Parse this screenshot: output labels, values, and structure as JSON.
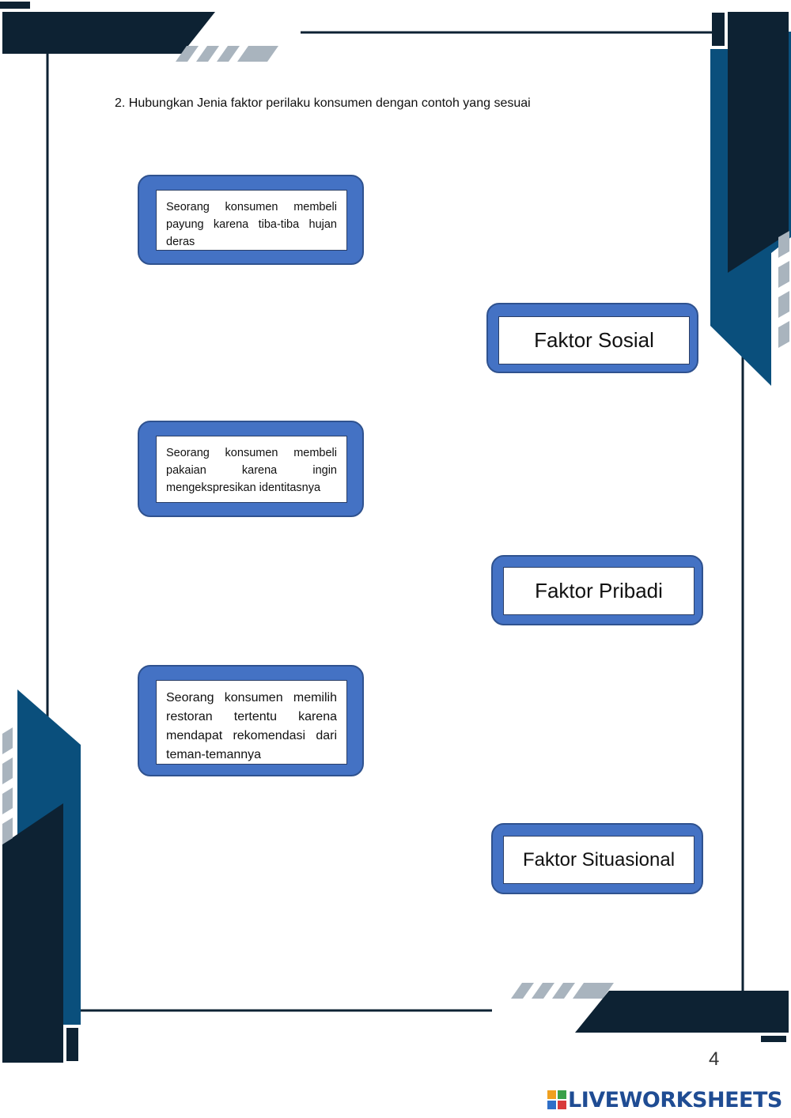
{
  "question": "2.  Hubungkan Jenia faktor perilaku konsumen dengan contoh yang sesuai",
  "examples": [
    "Seorang konsumen membeli payung karena tiba-tiba hujan deras",
    "Seorang konsumen membeli pakaian karena ingin mengekspresikan identitasnya",
    "Seorang konsumen memilih restoran tertentu karena mendapat rekomendasi dari teman-temannya"
  ],
  "factors": [
    "Faktor Sosial",
    "Faktor Pribadi",
    "Faktor Situasional"
  ],
  "page_number": "4",
  "footer_logo": "LIVEWORKSHEETS",
  "colors": {
    "navy": "#0d2233",
    "mid_blue": "#0a4f7c",
    "card_blue": "#4472c4",
    "stripe_gray": "#a9b4be"
  }
}
